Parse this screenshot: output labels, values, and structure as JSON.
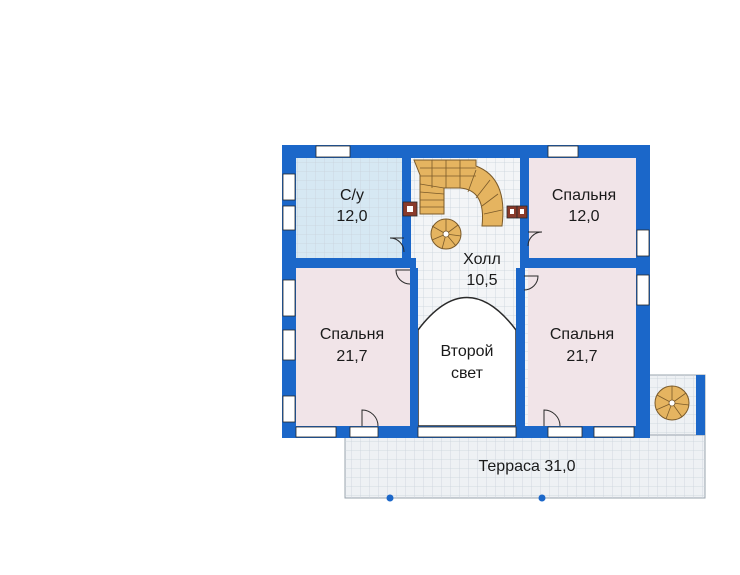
{
  "colors": {
    "wall": "#1b67c9",
    "bath_fill": "#d6e8f3",
    "bedroom_fill": "#f1e4e8",
    "hall_fill": "#f3f5f7",
    "terrace_fill": "#eef1f4",
    "grid_line": "#c9d2db",
    "stair": "#e5b460",
    "stair_line": "#7a5a2a",
    "window": "#ffffff",
    "outline": "#2a2a2a"
  },
  "rooms": {
    "bath": {
      "name": "С/у",
      "area": "12,0"
    },
    "bedroom_ne": {
      "name": "Спальня",
      "area": "12,0"
    },
    "hall": {
      "name": "Холл",
      "area": "10,5"
    },
    "bedroom_w": {
      "name": "Спальня",
      "area": "21,7"
    },
    "void": {
      "name": "Второй",
      "area": "свет"
    },
    "bedroom_e": {
      "name": "Спальня",
      "area": "21,7"
    },
    "terrace": {
      "label": "Терраса 31,0"
    }
  }
}
